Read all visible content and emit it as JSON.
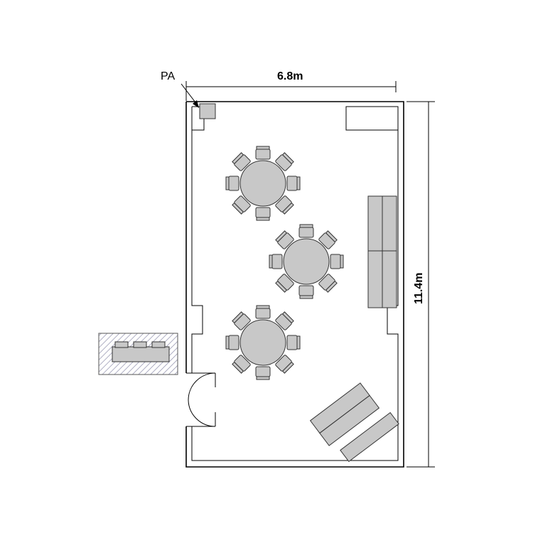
{
  "dimensions": {
    "width_label": "6.8m",
    "length_label": "11.4m"
  },
  "labels": {
    "pa": "PA"
  },
  "colors": {
    "furniture": "#c8c8c8",
    "outline": "#333333",
    "wall": "#000000",
    "hatch": "#8a8aa8"
  },
  "icons": {
    "round_table": "round-table-with-8-chairs",
    "door": "double-swing-door",
    "speaker": "pa-speaker"
  }
}
